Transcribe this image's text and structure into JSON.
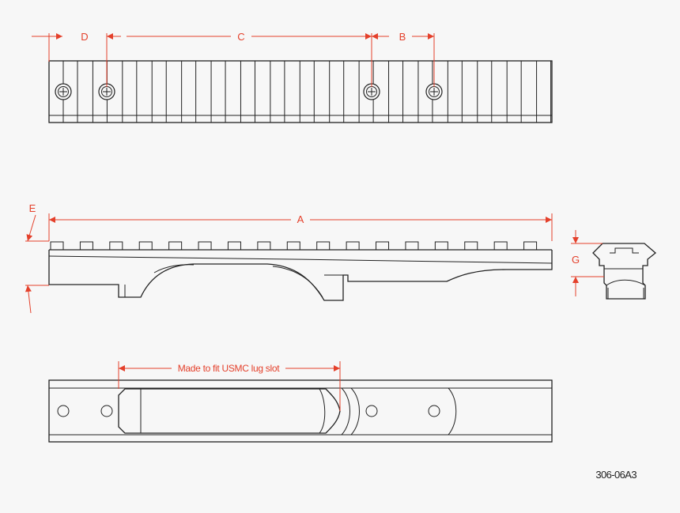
{
  "labels": {
    "d": "D",
    "c": "C",
    "b": "B",
    "a": "A",
    "e": "E",
    "g": "G",
    "lug_slot": "Made to fit USMC lug slot",
    "part_number": "306-06A3"
  },
  "colors": {
    "dimension": "#e4402b",
    "line": "#222222",
    "background": "#f7f7f7"
  }
}
